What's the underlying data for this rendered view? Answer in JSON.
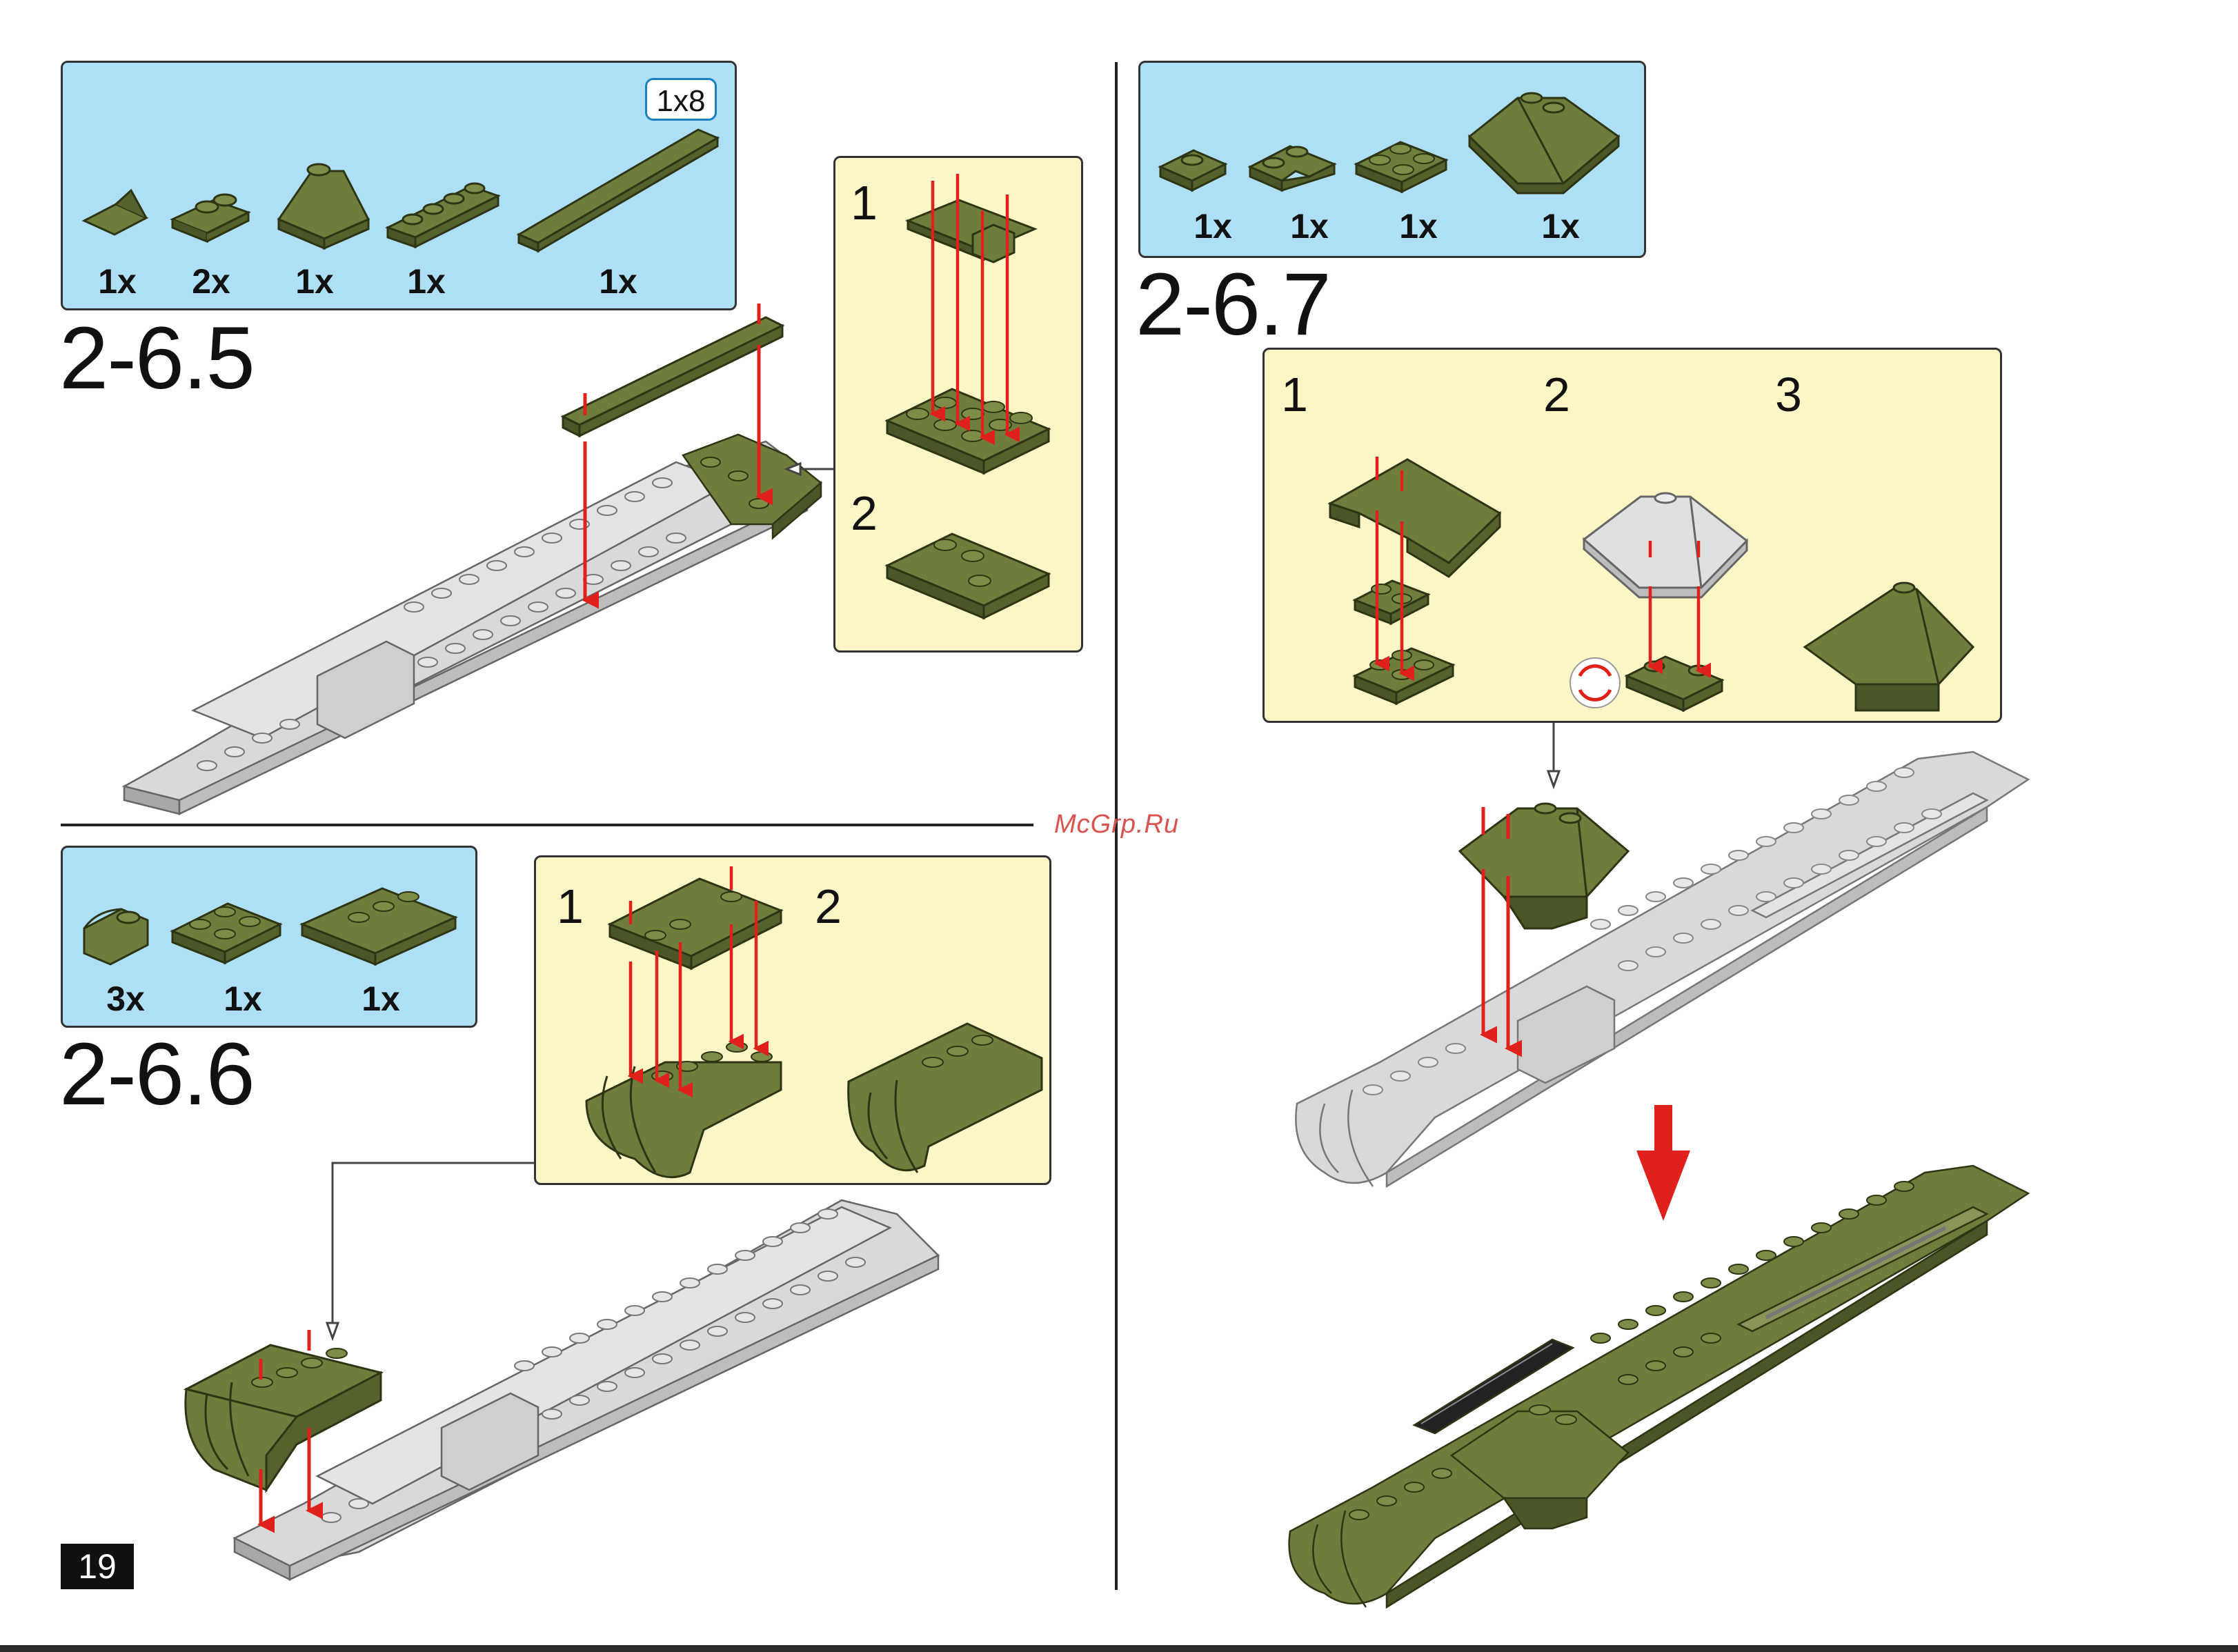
{
  "page": {
    "number": "19",
    "watermark": "McGrp.Ru"
  },
  "steps": {
    "s265": {
      "number": "2-6.5",
      "badge": "1x8",
      "parts": [
        "1x",
        "2x",
        "1x",
        "1x",
        "1x"
      ],
      "sub": [
        "1",
        "2"
      ]
    },
    "s266": {
      "number": "2-6.6",
      "parts": [
        "3x",
        "1x",
        "1x"
      ],
      "sub": [
        "1",
        "2"
      ]
    },
    "s267": {
      "number": "2-6.7",
      "parts": [
        "1x",
        "1x",
        "1x",
        "1x"
      ],
      "sub": [
        "1",
        "2",
        "3"
      ]
    }
  },
  "colors": {
    "olive": "#6e7d3c",
    "olive_dark": "#4a5626",
    "grey": "#d9d9d9",
    "grey_dark": "#a8a8a8",
    "arrow": "#e0211b",
    "parts_bg": "#aee0f5",
    "sub_bg": "#fcf6c6"
  }
}
